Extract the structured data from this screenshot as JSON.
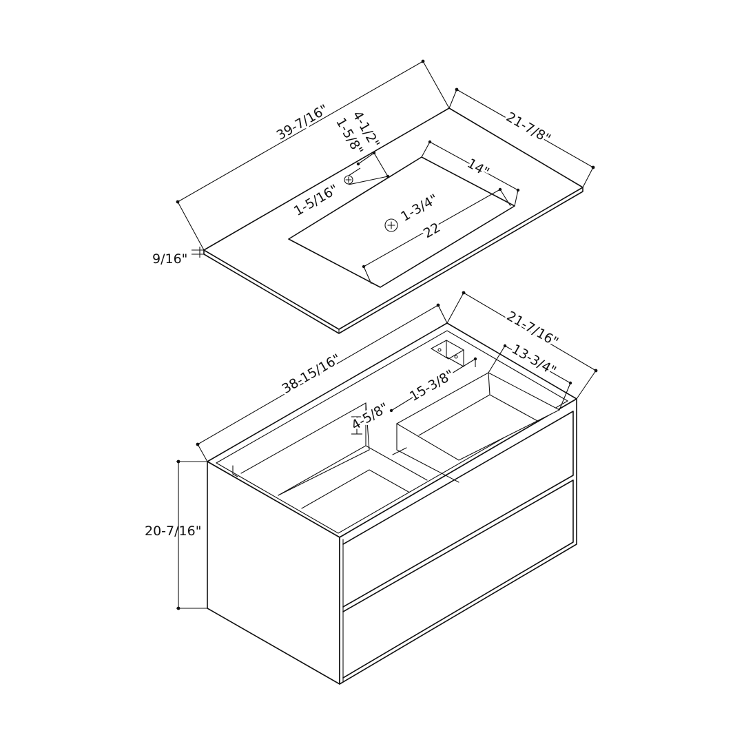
{
  "colors": {
    "line": "#111111",
    "background": "#ffffff"
  },
  "countertop": {
    "width_label": "39-7/16\"",
    "depth_label": "21-7/8\"",
    "thickness_label": "9/16\"",
    "back_to_faucet_label": "4-1/2\"",
    "back_to_sink_label": "1-5/8\"",
    "faucet_hole_label": "1-5/16\"",
    "sink_width_label": "22",
    "sink_depth_label": "14\"",
    "drain_label": "1-3/4\""
  },
  "cabinet": {
    "width_label": "38-15/16\"",
    "depth_label": "21-7/16\"",
    "height_label": "20-7/16\"",
    "drawer_depth_label": "13-3/4\"",
    "drawer_width_label": "15-3/8\"",
    "drawer_height_label": "4-5/8\""
  }
}
